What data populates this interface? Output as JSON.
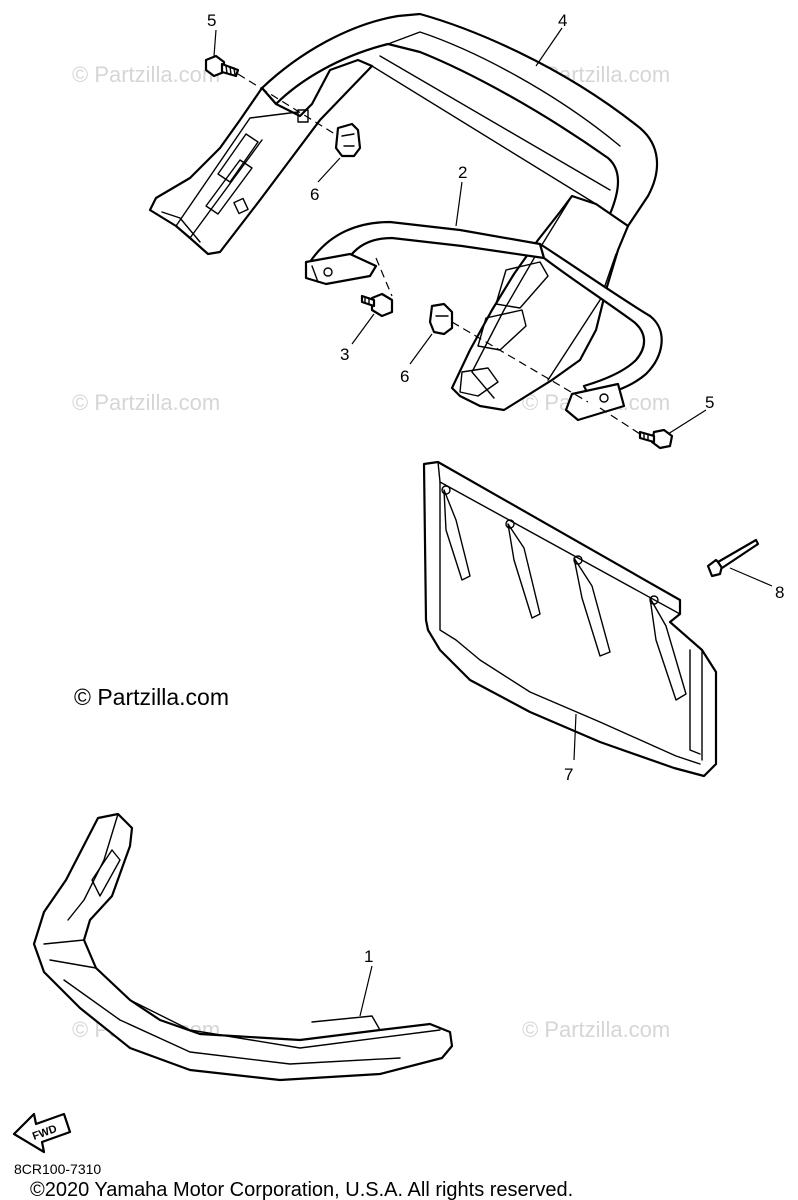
{
  "callouts": {
    "bolt_top_left": "5",
    "bumper_rear_top": "4",
    "bracket_clip_upper": "6",
    "rear_bar_tube": "2",
    "bolt_middle": "3",
    "bracket_clip_lower": "6",
    "bolt_right": "5",
    "rivet": "8",
    "mud_flap": "7",
    "front_bumper": "1"
  },
  "watermark_text": "© Partzilla.com",
  "fwd_label": "FWD",
  "diagram_code": "8CR100-7310",
  "copyright": "©2020 Yamaha Motor Corporation, U.S.A. All rights reserved.",
  "colors": {
    "line": "#000000",
    "background": "#ffffff",
    "watermark": "#d6d6d6"
  }
}
